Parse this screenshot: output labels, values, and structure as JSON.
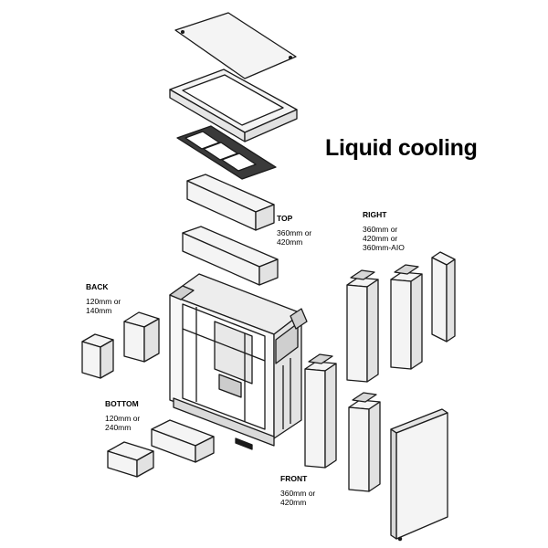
{
  "title": "Liquid cooling",
  "labels": {
    "top": {
      "heading": "TOP",
      "lines": [
        "360mm or",
        "420mm"
      ]
    },
    "right": {
      "heading": "RIGHT",
      "lines": [
        "360mm or",
        "420mm or",
        "360mm-AIO"
      ]
    },
    "back": {
      "heading": "BACK",
      "lines": [
        "120mm or",
        "140mm"
      ]
    },
    "bottom": {
      "heading": "BOTTOM",
      "lines": [
        "120mm or",
        "240mm"
      ]
    },
    "front": {
      "heading": "FRONT",
      "lines": [
        "360mm or",
        "420mm"
      ]
    }
  },
  "colors": {
    "line": "#1a1a1a",
    "fill": "#f4f4f4",
    "dark": "#333333"
  }
}
